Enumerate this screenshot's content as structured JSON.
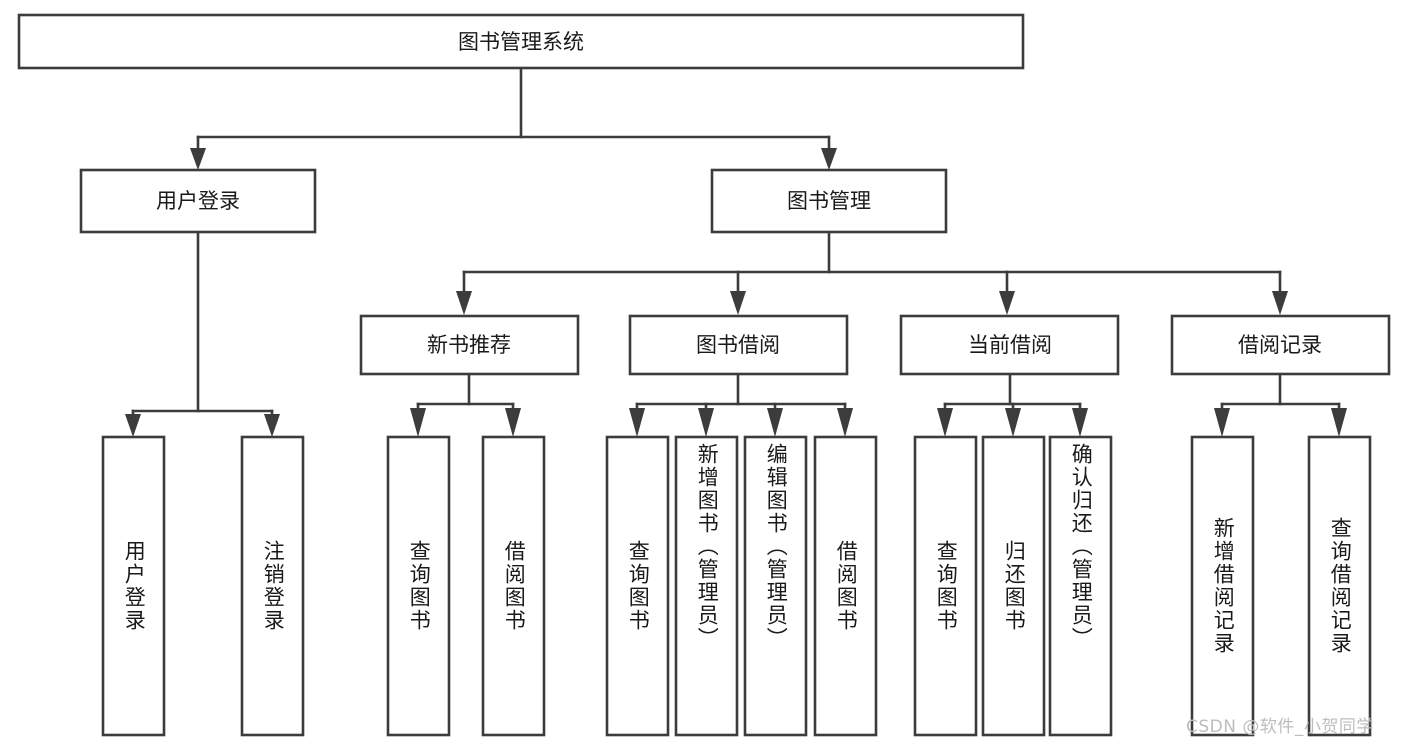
{
  "diagram": {
    "type": "tree-hierarchy",
    "title": "图书管理系统",
    "orientation": "top-down",
    "colors": {
      "stroke": "#3c3c3c",
      "fill": "#ffffff",
      "text": "#1a1a1a",
      "watermark": "#bdbdbd",
      "background": "#ffffff"
    },
    "levels": [
      {
        "level": 1,
        "nodes": [
          {
            "id": "root",
            "label": "图书管理系统",
            "orientation": "horizontal"
          }
        ]
      },
      {
        "level": 2,
        "nodes": [
          {
            "id": "login",
            "label": "用户登录",
            "parent": "root",
            "orientation": "horizontal"
          },
          {
            "id": "bookmgmt",
            "label": "图书管理",
            "parent": "root",
            "orientation": "horizontal"
          }
        ]
      },
      {
        "level": 3,
        "nodes": [
          {
            "id": "newbook",
            "label": "新书推荐",
            "parent": "bookmgmt",
            "orientation": "horizontal"
          },
          {
            "id": "borrow",
            "label": "图书借阅",
            "parent": "bookmgmt",
            "orientation": "horizontal"
          },
          {
            "id": "current",
            "label": "当前借阅",
            "parent": "bookmgmt",
            "orientation": "horizontal"
          },
          {
            "id": "records",
            "label": "借阅记录",
            "parent": "bookmgmt",
            "orientation": "horizontal"
          }
        ]
      },
      {
        "level": 4,
        "nodes": [
          {
            "id": "leaf1",
            "label": "用户登录",
            "parent": "login",
            "orientation": "vertical"
          },
          {
            "id": "leaf2",
            "label": "注销登录",
            "parent": "login",
            "orientation": "vertical"
          },
          {
            "id": "leaf3",
            "label": "查询图书",
            "parent": "newbook",
            "orientation": "vertical"
          },
          {
            "id": "leaf4",
            "label": "借阅图书",
            "parent": "newbook",
            "orientation": "vertical"
          },
          {
            "id": "leaf5",
            "label": "查询图书",
            "parent": "borrow",
            "orientation": "vertical"
          },
          {
            "id": "leaf6",
            "label": "新增图书（管理员）",
            "parent": "borrow",
            "orientation": "vertical"
          },
          {
            "id": "leaf7",
            "label": "编辑图书（管理员）",
            "parent": "borrow",
            "orientation": "vertical"
          },
          {
            "id": "leaf8",
            "label": "借阅图书",
            "parent": "borrow",
            "orientation": "vertical"
          },
          {
            "id": "leaf9",
            "label": "查询图书",
            "parent": "current",
            "orientation": "vertical"
          },
          {
            "id": "leaf10",
            "label": "归还图书",
            "parent": "current",
            "orientation": "vertical"
          },
          {
            "id": "leaf11",
            "label": "确认归还（管理员）",
            "parent": "current",
            "orientation": "vertical"
          },
          {
            "id": "leaf12",
            "label": "新增借阅记录",
            "parent": "records",
            "orientation": "vertical"
          },
          {
            "id": "leaf13",
            "label": "查询借阅记录",
            "parent": "records",
            "orientation": "vertical"
          }
        ]
      }
    ],
    "watermark": "CSDN @软件_小贺同学"
  }
}
